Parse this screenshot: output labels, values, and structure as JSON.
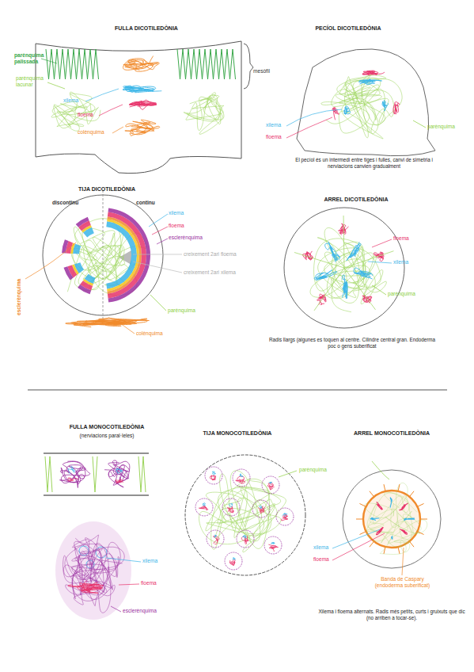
{
  "diagram": {
    "nodes": [
      {
        "text": [
          "FULLA DICOTILEDÒNIA"
        ]
      },
      {
        "text": [
          "PECÍOL DICOTILEDÒNIA",
          "El pecíol és un intermedi entre tiges i fulles, canvi de simetria i nerviacions canvien gradualment"
        ]
      },
      {
        "text": [
          "TIJA DICOTILEDÒNIA"
        ]
      },
      {
        "text": [
          "ARREL DICOTILEDÒNIA",
          "Radis llargs (algunes es toquen al centre. Cilindre central gran. Endoderma poc o gens suberificat"
        ]
      },
      {
        "text": [
          "FULLA MONOCOTILEDÒNIA",
          "(nerviacions paral·leles)"
        ]
      },
      {
        "text": [
          "TIJA MONOCOTILEDÒNIA"
        ]
      },
      {
        "text": [
          "ARREL MONOCOTILEDÒNIA",
          "Xilema i floema alternats. Radis més petits, curts i gruixuts que dic (no arriben a tocar-se)."
        ]
      }
    ],
    "labels": [
      "parènquima palissada",
      "mesòfil",
      "parènquima lacunar",
      "xilema",
      "floema",
      "colènquima",
      "xilema",
      "floema",
      "parènquima",
      "discontinu",
      "continu",
      "xilema",
      "floema",
      "esclerènquima",
      "creixement 2ari floema",
      "creixement 2ari xilema",
      "esclerènquima",
      "parènquima",
      "colènquima",
      "floema",
      "xilema",
      "parènquima",
      "xilema",
      "floema",
      "esclerènquima",
      "parènquima",
      "xilema",
      "floema",
      "Banda de Caspary (endoderma suberificat)"
    ]
  }
}
